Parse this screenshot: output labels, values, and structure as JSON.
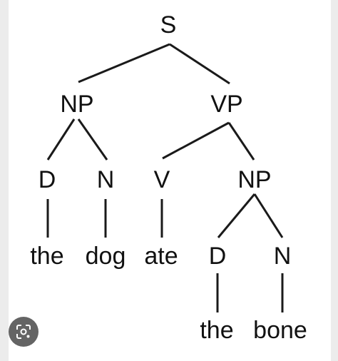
{
  "tree": {
    "labels": {
      "s": "S",
      "np1": "NP",
      "vp": "VP",
      "d1": "D",
      "n1": "N",
      "v": "V",
      "np2": "NP",
      "d2": "D",
      "n2": "N"
    },
    "words": {
      "the1": "the",
      "dog": "dog",
      "ate": "ate",
      "the2": "the",
      "bone": "bone"
    }
  },
  "overlay": {
    "icon": "lens-search-icon"
  }
}
